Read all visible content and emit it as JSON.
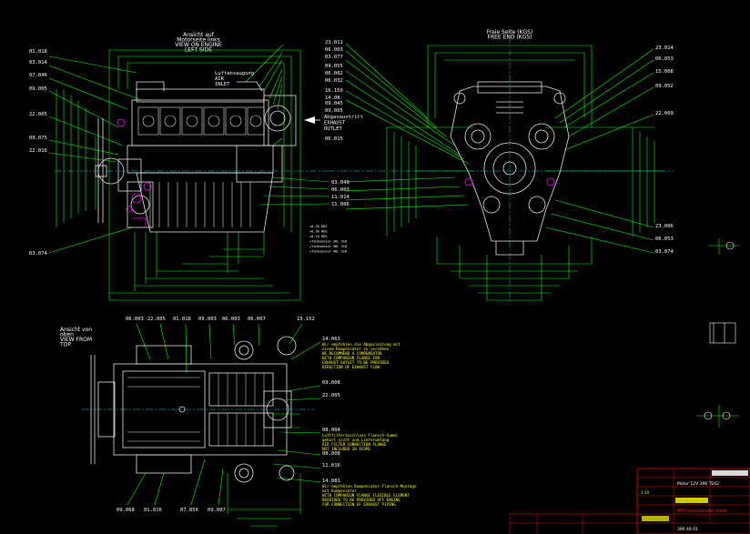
{
  "colors": {
    "background": "#000000",
    "dimension": "#00ff00",
    "leader": "#00ff00",
    "outline": "#ffffff",
    "engine": "#e0e0e0",
    "centerline": "#00c8ff",
    "detail": "#ff00ff",
    "notes": "#ffff00",
    "titleblock": "#ff0000"
  },
  "views": {
    "left": {
      "title_lines": [
        "Ansicht auf",
        "Motorseite links",
        "VIEW ON ENGINE",
        "LEFT SIDE"
      ],
      "air_inlet": [
        "Luftansaugung",
        "AIR",
        "INLET"
      ],
      "exhaust_outlet": [
        "Abgasaustritt",
        "EXHAUST",
        "OUTLET"
      ],
      "callouts_left": [
        "01.018",
        "03.014",
        "07.046",
        "09.005",
        "22.005",
        "09.075",
        "22.016",
        "03.074"
      ],
      "callouts_right": [
        "23.011",
        "06.003",
        "03.077",
        "09.055",
        "06.002",
        "06.032",
        "16.150",
        "14.08",
        "09.045",
        "09.005",
        "06.015"
      ],
      "callouts_lower": [
        "03.049",
        "06.003",
        "11.014",
        "11.006"
      ],
      "legend": [
        "+0.20 REG",
        "+0.38 REG",
        "+0.10 REG",
        "+Tanksensor 2KL 318",
        "+Tanksensor 3KL 318",
        "+Tanksensor 4KL 318"
      ]
    },
    "front": {
      "title_lines": [
        "Freie Seite (KGS)",
        "FREE END (KGS)"
      ],
      "callouts_right": [
        "23.014",
        "06.053",
        "15.008",
        "09.052",
        "22.009",
        "23.006",
        "06.053",
        "03.074"
      ]
    },
    "top": {
      "title_lines": [
        "Ansicht von",
        "oben",
        "VIEW FROM",
        "TOP"
      ],
      "callouts_top": [
        "06.003",
        "22.005",
        "01.018",
        "09.003",
        "06.003",
        "06.007",
        "13.152"
      ],
      "callouts_right": [
        "14.061",
        "09.008",
        "22.005",
        "08.004",
        "08.008",
        "11.016",
        "14.081"
      ],
      "callouts_bottom": [
        "09.068",
        "01.016",
        "07.850",
        "09.007"
      ],
      "note_1": [
        "Wir empfehlen die Abgasleitung mit",
        "einem Kompensator zu versehen",
        "WE RECOMMEND A COMPENSATOR",
        "WITH COMPANION FLANGE FOR",
        "EXHAUST OUTLET TO BE PROVIDED",
        "DIRECTION OF EXHAUST FLOW"
      ],
      "note_2": [
        "Luftfilteranschluss Flansch-Gummi",
        "gehort nicht zum Lieferumfang",
        "AIR FILTER CONNECTION FLANGE",
        "NOT INCLUDED IN SCOPE"
      ],
      "note_3": [
        "Wir empfehlen Kompensator-Flansch-Montage",
        "mit Kompensator",
        "WITH COMPANION FLANGE FLEXIBLE ELEMENT",
        "REQUIRED TO BE PROVIDED OFF ENGINE",
        "FOR CONNECTION OF EXHAUST PIPING"
      ]
    }
  },
  "titleblock": {
    "model": "Motor 12V 396 TE62",
    "sheet": "396 49 01",
    "scale": "1:10",
    "company": "MTU Friedrichshafen GmbH"
  }
}
